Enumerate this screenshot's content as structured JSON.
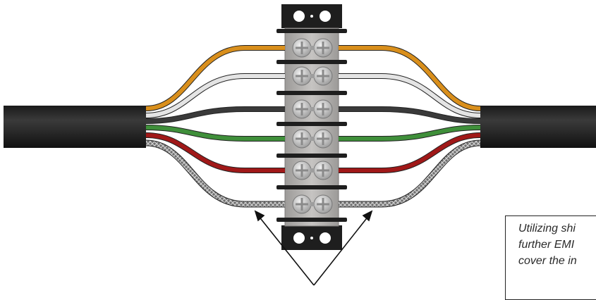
{
  "callout": {
    "lines": [
      "Utilizing shi",
      "further EMI",
      "cover the in"
    ]
  },
  "wires": [
    {
      "name": "orange",
      "color": "#d98f1c"
    },
    {
      "name": "white",
      "color": "#e4e4e4"
    },
    {
      "name": "black",
      "color": "#3a3a3a"
    },
    {
      "name": "green",
      "color": "#3f8f3a"
    },
    {
      "name": "red",
      "color": "#a01818"
    },
    {
      "name": "shield-drain",
      "color": "#8a8a8a"
    }
  ],
  "colors": {
    "cable_jacket": "#2a2a2a",
    "terminal_block": "#b8b6b4",
    "mounting_bracket": "#1e1e1e",
    "screw": "#c9c9c9"
  }
}
